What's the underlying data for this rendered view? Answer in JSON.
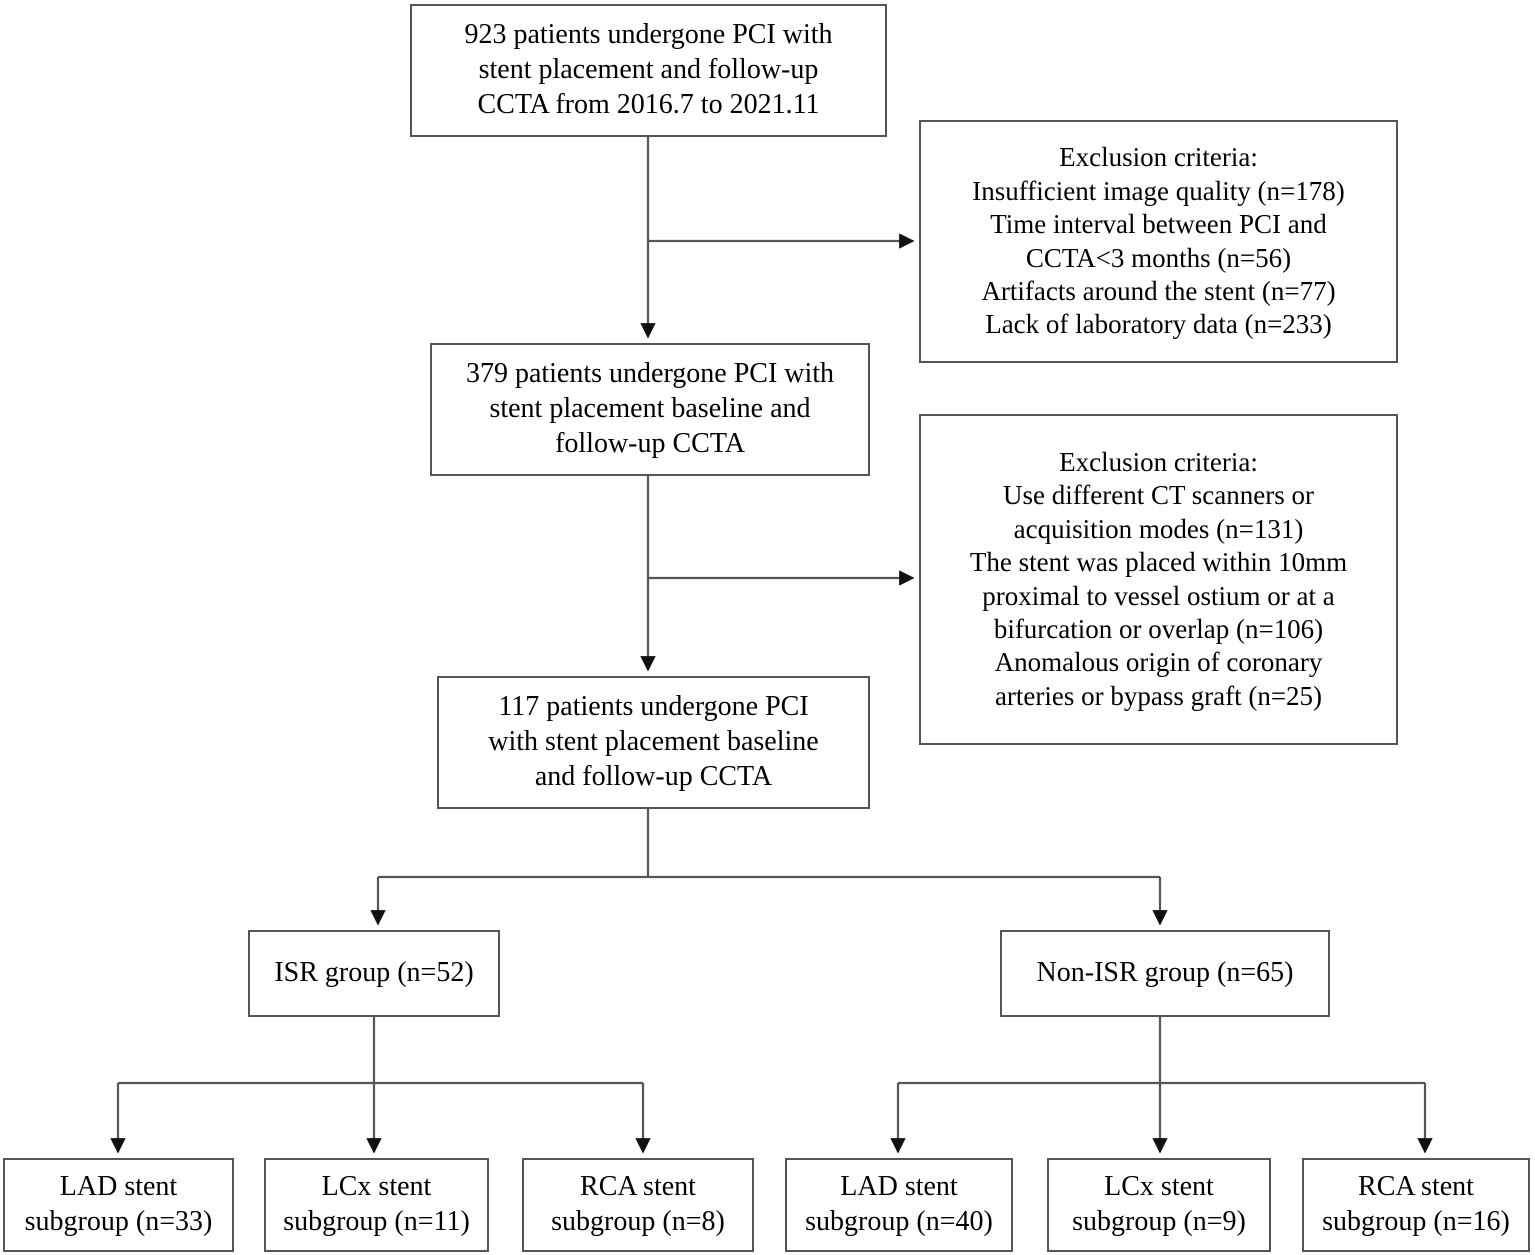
{
  "diagram": {
    "type": "patient-selection-flowchart",
    "title": "PCI stent placement CCTA study flowchart",
    "line_color": "#555555",
    "text_color": "#000000",
    "background": "#ffffff"
  },
  "nodes": {
    "cohort_initial": {
      "id": "cohort-initial",
      "text": "923 patients undergone PCI with\nstent placement and follow-up\nCCTA from 2016.7 to 2021.11",
      "count": 923
    },
    "exclusion_1": {
      "id": "exclusion-criteria-1",
      "text": "Exclusion criteria:\nInsufficient image quality (n=178)\nTime interval between PCI and\nCCTA<3 months (n=56)\nArtifacts around the stent (n=77)\nLack of laboratory data (n=233)",
      "heading": "Exclusion criteria:",
      "items": [
        {
          "label": "Insufficient image quality",
          "n": 178
        },
        {
          "label": "Time interval between PCI and CCTA<3 months",
          "n": 56
        },
        {
          "label": "Artifacts around the stent",
          "n": 77
        },
        {
          "label": "Lack of laboratory data",
          "n": 233
        }
      ]
    },
    "cohort_379": {
      "id": "cohort-379",
      "text": "379 patients undergone PCI with\nstent placement baseline and\nfollow-up CCTA",
      "count": 379
    },
    "exclusion_2": {
      "id": "exclusion-criteria-2",
      "text": "Exclusion criteria:\nUse different CT scanners or\nacquisition modes (n=131)\nThe stent was placed within 10mm\nproximal to vessel ostium or at a\nbifurcation or overlap (n=106)\nAnomalous origin of coronary\narteries or bypass graft (n=25)",
      "heading": "Exclusion criteria:",
      "items": [
        {
          "label": "Use different CT scanners or acquisition modes",
          "n": 131
        },
        {
          "label": "The stent was placed within 10mm proximal to vessel ostium or at a bifurcation or overlap",
          "n": 106
        },
        {
          "label": "Anomalous origin of coronary arteries or bypass graft",
          "n": 25
        }
      ]
    },
    "cohort_117": {
      "id": "cohort-117",
      "text": "117 patients undergone PCI\nwith stent placement baseline\nand follow-up CCTA",
      "count": 117
    },
    "isr_group": {
      "id": "isr-group",
      "text": "ISR group (n=52)",
      "count": 52
    },
    "non_isr_group": {
      "id": "non-isr-group",
      "text": "Non-ISR group (n=65)",
      "count": 65
    }
  },
  "subgroups": {
    "isr": [
      {
        "id": "isr-lad",
        "text": "LAD stent\nsubgroup (n=33)",
        "vessel": "LAD",
        "n": 33
      },
      {
        "id": "isr-lcx",
        "text": "LCx stent\nsubgroup (n=11)",
        "vessel": "LCx",
        "n": 11
      },
      {
        "id": "isr-rca",
        "text": "RCA stent\nsubgroup (n=8)",
        "vessel": "RCA",
        "n": 8
      }
    ],
    "non_isr": [
      {
        "id": "nonisr-lad",
        "text": "LAD stent\nsubgroup (n=40)",
        "vessel": "LAD",
        "n": 40
      },
      {
        "id": "nonisr-lcx",
        "text": "LCx stent\nsubgroup (n=9)",
        "vessel": "LCx",
        "n": 9
      },
      {
        "id": "nonisr-rca",
        "text": "RCA stent\nsubgroup (n=16)",
        "vessel": "RCA",
        "n": 16
      }
    ]
  }
}
